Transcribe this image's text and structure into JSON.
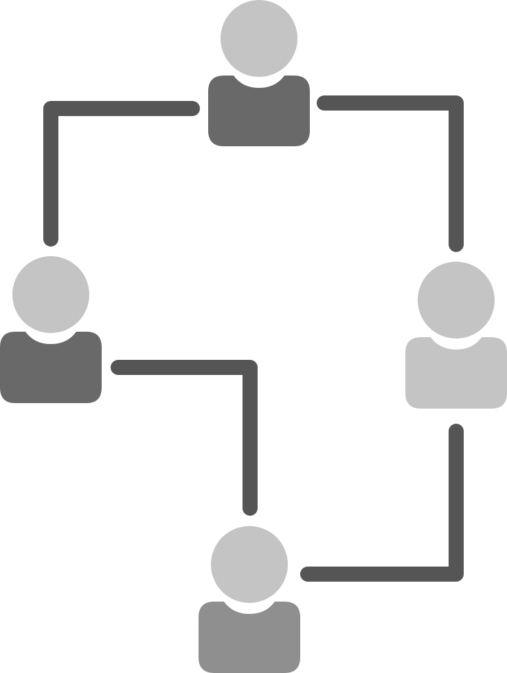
{
  "colors": {
    "connector": "#555555",
    "head": "#c4c4c4",
    "body_dark": "#696969",
    "body_medium": "#8f8f8f",
    "body_light": "#c4c4c4",
    "background": "#ffffff"
  },
  "people": [
    {
      "id": "top",
      "head_color": "head",
      "body_color": "body_dark"
    },
    {
      "id": "left",
      "head_color": "head",
      "body_color": "body_dark"
    },
    {
      "id": "right",
      "head_color": "head",
      "body_color": "body_light"
    },
    {
      "id": "bottom",
      "head_color": "head",
      "body_color": "body_medium"
    }
  ],
  "connectors": [
    {
      "from": "top",
      "to": "left"
    },
    {
      "from": "top",
      "to": "right"
    },
    {
      "from": "left",
      "to": "bottom"
    },
    {
      "from": "right",
      "to": "bottom"
    }
  ]
}
